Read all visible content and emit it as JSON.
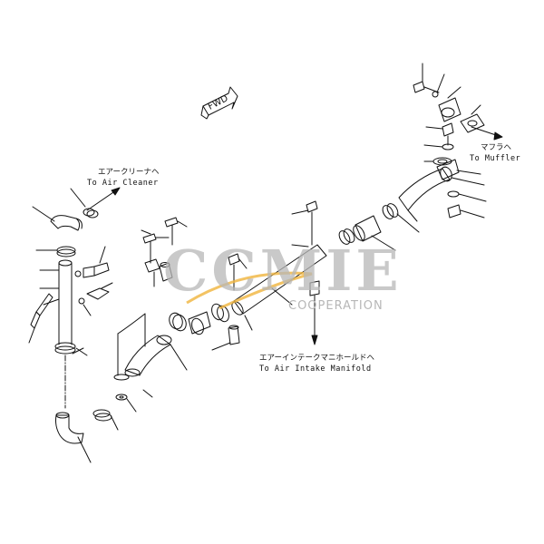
{
  "labels": {
    "fwd": "FWD",
    "air_cleaner_jp": "エアークリーナヘ",
    "air_cleaner_en": "To Air Cleaner",
    "muffler_jp": "マフラヘ",
    "muffler_en": "To Muffler",
    "intake_jp": "エアーインテークマニホールドヘ",
    "intake_en": "To Air Intake Manifold"
  },
  "watermark": {
    "brand": "CCMIE",
    "sub": "COOPERATION",
    "color": "#b5b5b5",
    "swoosh_color": "#f0b43c"
  }
}
